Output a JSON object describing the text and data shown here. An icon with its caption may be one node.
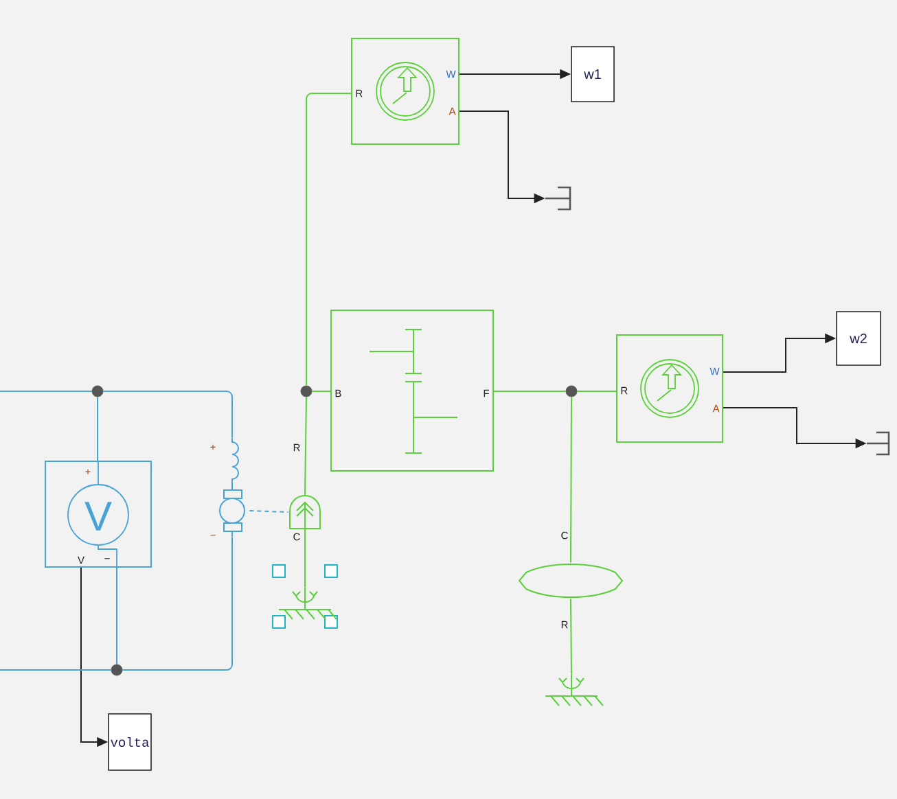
{
  "diagram": {
    "nodes": [
      {
        "text": [
          "R",
          "W",
          "A"
        ]
      },
      {
        "text": [
          "w1"
        ]
      },
      {
        "text": [],
        "shape": "terminator"
      },
      {
        "text": [
          "B",
          "F"
        ]
      },
      {
        "text": [
          "R",
          "W",
          "A"
        ]
      },
      {
        "text": [
          "w2"
        ]
      },
      {
        "text": [],
        "shape": "terminator"
      },
      {
        "text": [
          "+",
          "V",
          "V",
          "−"
        ]
      },
      {
        "text": [
          "volta"
        ]
      },
      {
        "text": [],
        "shape": "motor",
        "beside": [
          "+",
          "−"
        ]
      },
      {
        "text": [],
        "shape": "arch",
        "beside": [
          "C"
        ]
      },
      {
        "text": [],
        "shape": "ground"
      },
      {
        "text": [],
        "shape": "lens",
        "beside": [
          "C",
          "R"
        ]
      },
      {
        "text": [],
        "shape": "ground"
      },
      {
        "text": [],
        "shape": "circle"
      },
      {
        "text": [],
        "shape": "circle"
      },
      {
        "text": [],
        "shape": "circle"
      },
      {
        "text": [],
        "shape": "circle"
      }
    ],
    "edges": [
      {
        "from": 0,
        "to": 1,
        "arrow": "to",
        "color": "#222222"
      },
      {
        "from": 0,
        "to": 2,
        "arrow": "to",
        "color": "#222222"
      },
      {
        "from": 4,
        "to": 5,
        "arrow": "to",
        "color": "#222222"
      },
      {
        "from": 4,
        "to": 6,
        "arrow": "to",
        "color": "#222222"
      },
      {
        "from": 7,
        "to": 8,
        "arrow": "to",
        "color": "#222222"
      },
      {
        "from": 14,
        "to": 7,
        "arrow": "none",
        "color": "#4aa3d6"
      },
      {
        "from": 7,
        "to": 15,
        "arrow": "none",
        "color": "#4aa3d6"
      },
      {
        "from": 14,
        "to": 9,
        "arrow": "none",
        "color": "#4aa3d6"
      },
      {
        "from": 9,
        "to": 15,
        "arrow": "none",
        "color": "#4aa3d6"
      },
      {
        "from": null,
        "to": 14,
        "arrow": "none",
        "color": "#4aa3d6"
      },
      {
        "from": null,
        "to": 15,
        "arrow": "none",
        "color": "#4aa3d6"
      },
      {
        "from": 9,
        "to": 10,
        "arrow": "none",
        "style": "dashed",
        "color": "#4aa3d6"
      },
      {
        "from": 16,
        "to": 0,
        "arrow": "none"
      },
      {
        "from": 16,
        "to": 3,
        "arrow": "none"
      },
      {
        "from": 16,
        "to": 10,
        "arrow": "none"
      },
      {
        "from": 10,
        "to": 11,
        "arrow": "none"
      },
      {
        "from": 3,
        "to": 17,
        "arrow": "none"
      },
      {
        "from": 17,
        "to": 4,
        "arrow": "none"
      },
      {
        "from": 17,
        "to": 12,
        "arrow": "none"
      },
      {
        "from": 12,
        "to": 13,
        "arrow": "none"
      }
    ],
    "labels": [
      "R"
    ]
  }
}
